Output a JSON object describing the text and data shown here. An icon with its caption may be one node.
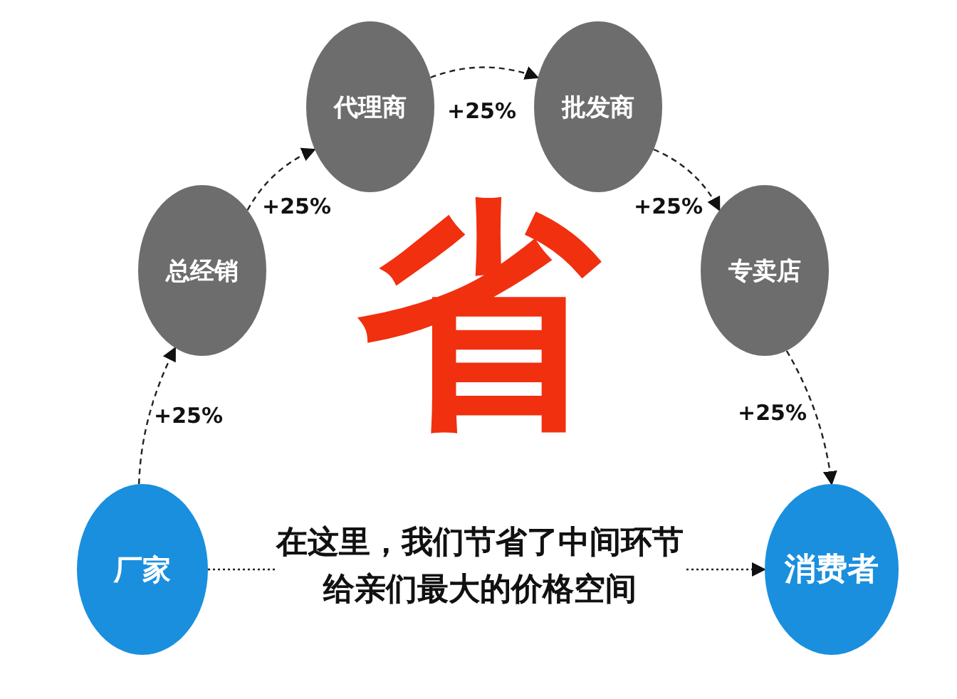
{
  "diagram": {
    "nodes": [
      {
        "text": [
          "厂家"
        ]
      },
      {
        "text": [
          "总经销"
        ]
      },
      {
        "text": [
          "代理商"
        ]
      },
      {
        "text": [
          "批发商"
        ]
      },
      {
        "text": [
          "专卖店"
        ]
      },
      {
        "text": [
          "消费者"
        ]
      }
    ],
    "edges": [
      {
        "from": 0,
        "to": 1,
        "arrow": "to",
        "label": "+25%",
        "style": "dashed"
      },
      {
        "from": 1,
        "to": 2,
        "arrow": "to",
        "label": "+25%",
        "style": "dashed"
      },
      {
        "from": 2,
        "to": 3,
        "arrow": "to",
        "label": "+25%",
        "style": "dashed"
      },
      {
        "from": 3,
        "to": 4,
        "arrow": "to",
        "label": "+25%",
        "style": "dashed"
      },
      {
        "from": 4,
        "to": 5,
        "arrow": "to",
        "label": "+25%",
        "style": "dashed"
      },
      {
        "from": 0,
        "to": 5,
        "arrow": "to",
        "label": "在这里，我们节省了中间环节给亲们最大的价格空间"
      }
    ],
    "labels": [
      "省"
    ]
  }
}
